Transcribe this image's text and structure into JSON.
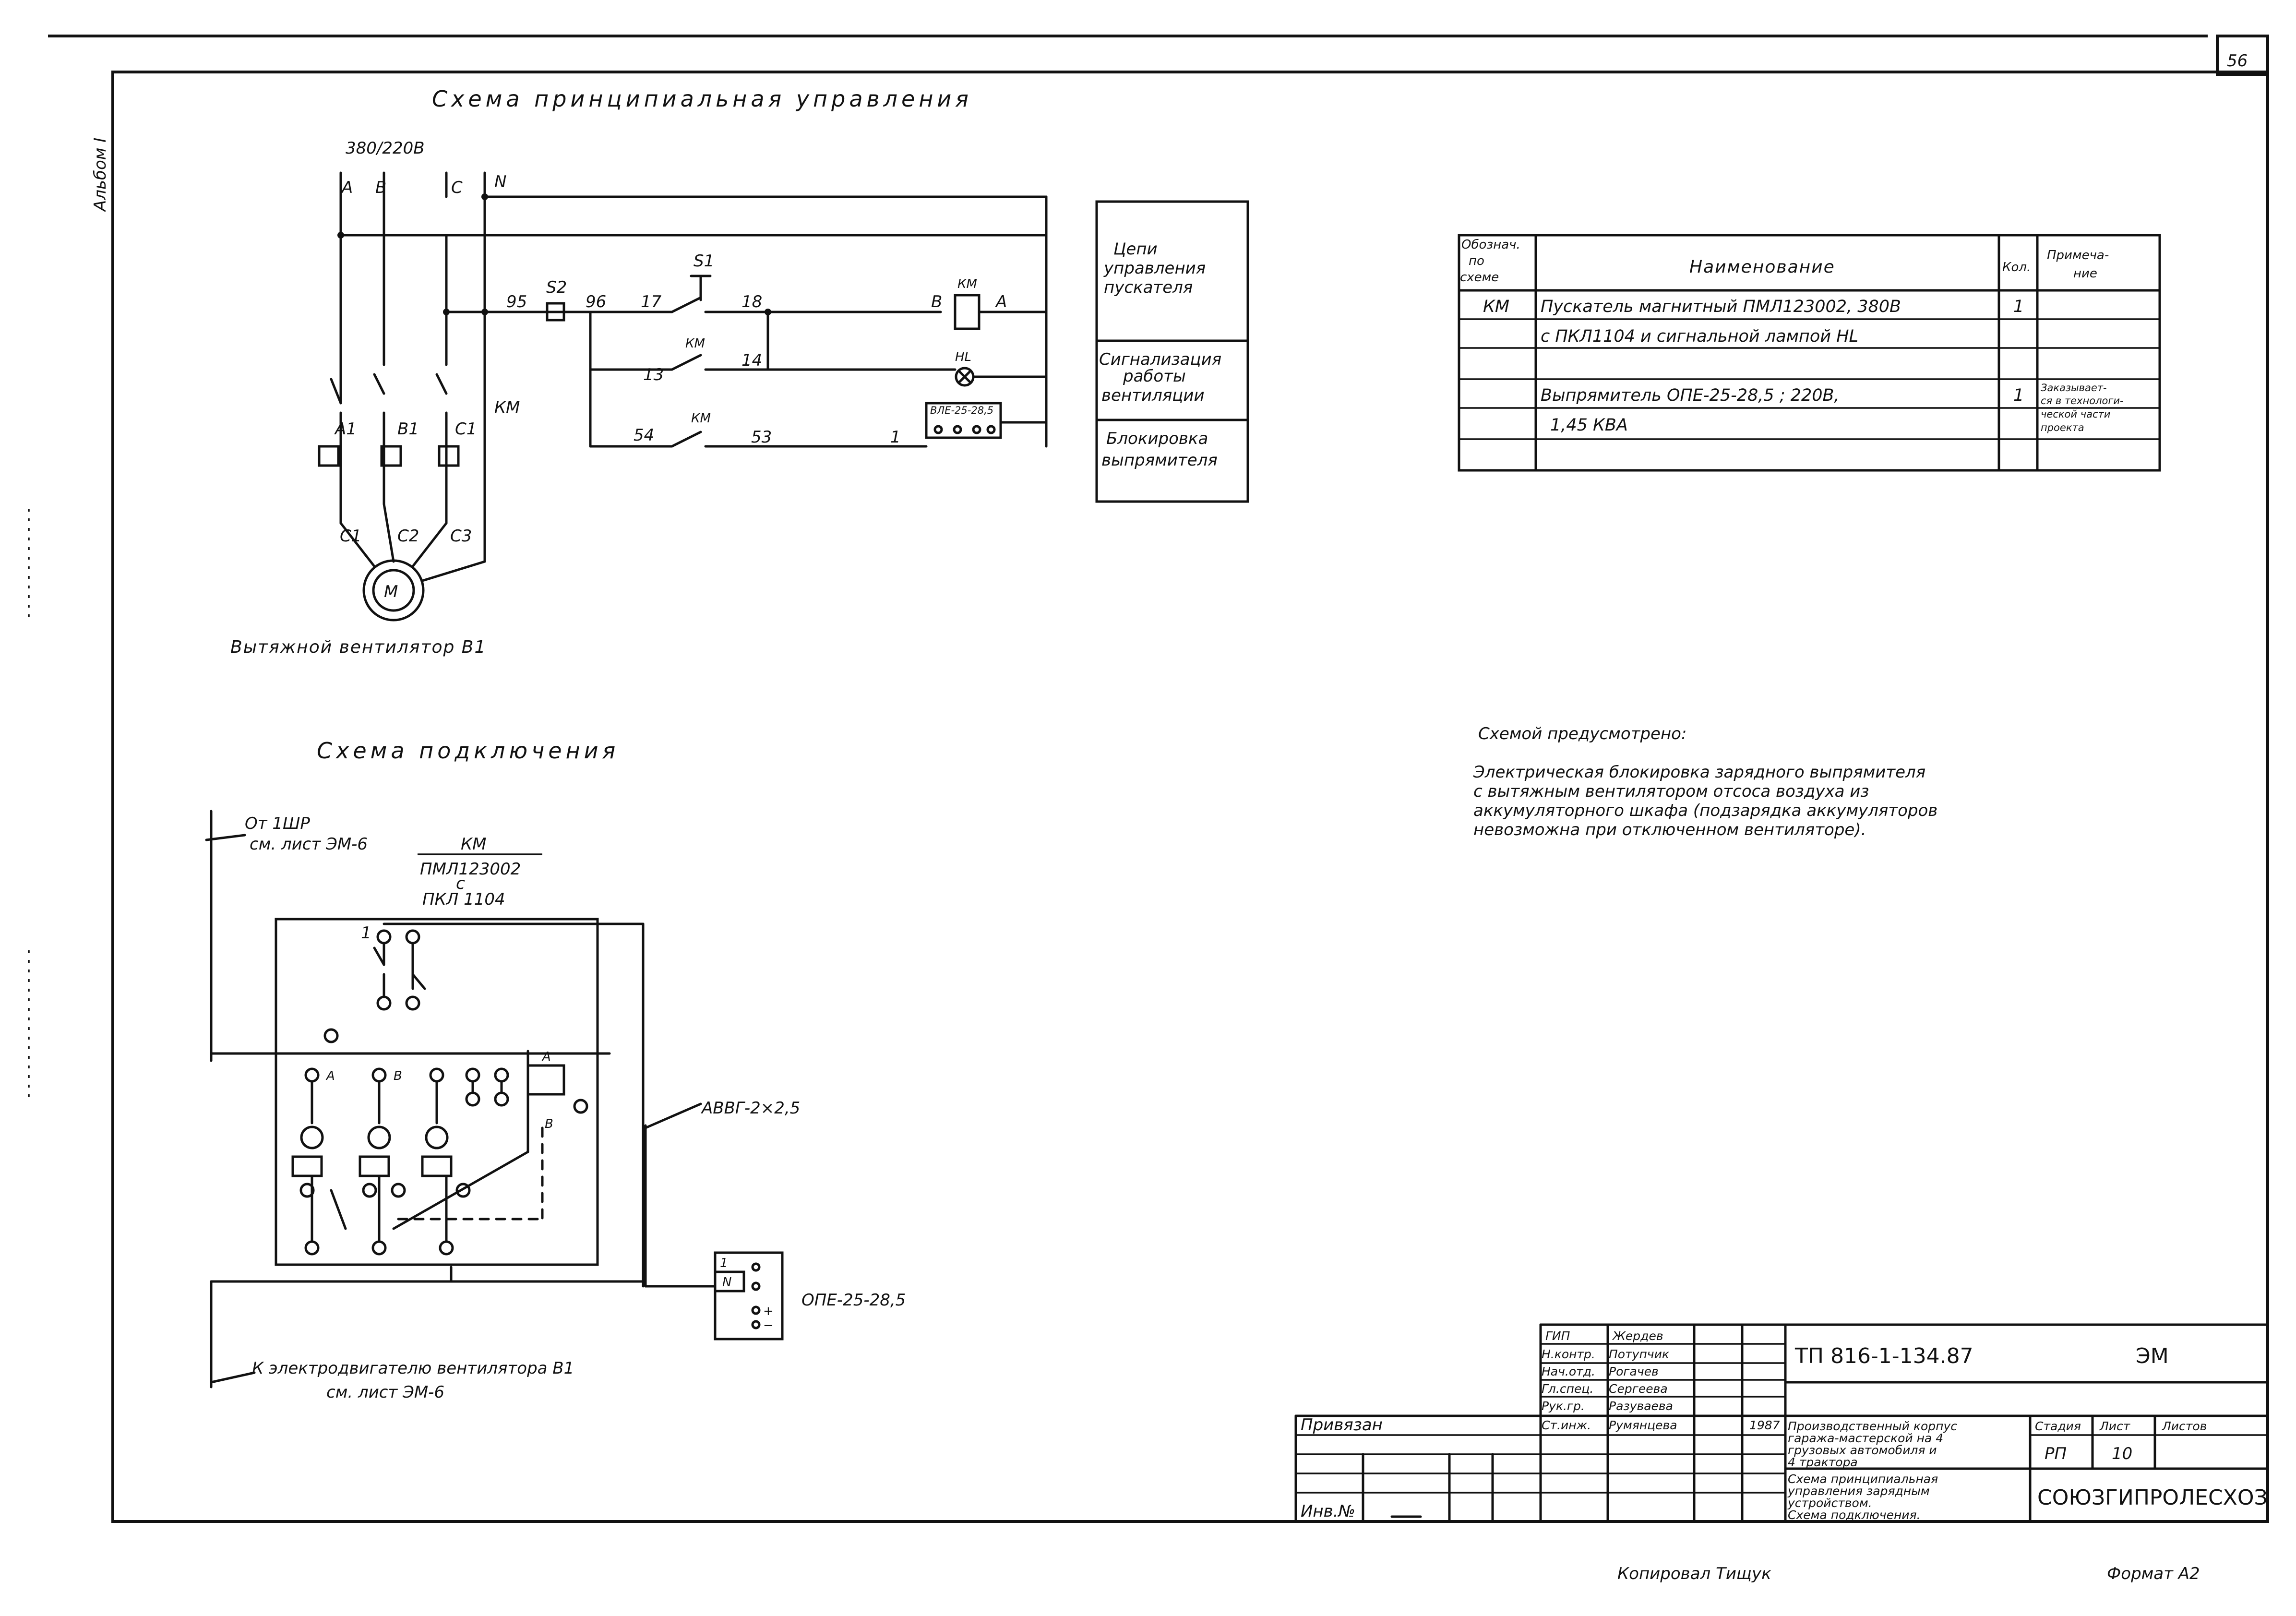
{
  "frame": {
    "sheet_number": "56",
    "album_label": "Альбом I",
    "copied_by": "Копировал Тищук",
    "format_label": "Формат А2"
  },
  "control_schematic": {
    "title": "Схема принципиальная управления",
    "supply_voltage": "380/220В",
    "phases": [
      "А",
      "В",
      "С",
      "N"
    ],
    "km_label": "КМ",
    "terminals": [
      "А1",
      "В1",
      "С1",
      "С1",
      "С2",
      "С3"
    ],
    "motor_letter": "М",
    "fan_caption": "Вытяжной вентилятор В1",
    "wires": [
      "95",
      "96",
      "17",
      "18",
      "13",
      "14",
      "54",
      "53",
      "1"
    ],
    "switch_s2": "S2",
    "button_s1": "S1",
    "coil_pins": [
      "В",
      "А"
    ],
    "lamp_label": "HL",
    "rectifier_label": "ВЛЕ-25-28,5"
  },
  "legend": {
    "items": [
      "Цепи",
      "управления",
      "пускателя",
      "Сигнализация",
      "работы",
      "вентиляции",
      "Блокировка",
      "выпрямителя"
    ]
  },
  "component_table": {
    "headers": {
      "designation": [
        "Обознач.",
        "по",
        "схеме"
      ],
      "name": "Наименование",
      "qty": "Кол.",
      "note": [
        "Примеча-",
        "ние"
      ]
    },
    "rows": [
      {
        "designation": "КМ",
        "name": [
          "Пускатель магнитный ПМЛ123002, 380В",
          "с ПКЛ1104 и сигнальной лампой HL"
        ],
        "qty": "1"
      },
      {
        "name": [
          "Выпрямитель ОПЕ-25-28,5 ; 220В,",
          "1,45 КВА"
        ],
        "qty": "1",
        "note": [
          "Заказывает-",
          "ся в технологи-",
          "ческой части",
          "проекта"
        ]
      }
    ]
  },
  "notes": {
    "title": "Схемой предусмотрено:",
    "lines": [
      "Электрическая блокировка зарядного выпрямителя",
      "с вытяжным вентилятором отсоса воздуха из",
      "аккумуляторного шкафа (подзарядка аккумуляторов",
      "невозможна при отключенном вентиляторе)."
    ]
  },
  "connection_diagram": {
    "title": "Схема подключения",
    "from_label": "От 1ШР",
    "from_sheet_ref": "см. лист ЭМ-6",
    "device_lines": [
      "КМ",
      "ПМЛ123002",
      "с",
      "ПКЛ 1104"
    ],
    "pins": [
      "1"
    ],
    "cable_label": "АВВГ-2×2,5",
    "rectifier_pins": [
      "1",
      "N",
      "+",
      "−"
    ],
    "rectifier_label": "ОПЕ-25-28,5",
    "to_motor_label": "К электродвигателю вентилятора В1",
    "to_motor_sheet_ref": "см. лист ЭМ-6"
  },
  "title_block": {
    "staff": [
      {
        "role": "ГИП",
        "name": "Жердев"
      },
      {
        "role": "Н.контр.",
        "name": "Потупчик"
      },
      {
        "role": "Нач.отд.",
        "name": "Рогачев"
      },
      {
        "role": "Гл.спец.",
        "name": "Сергеева"
      },
      {
        "role": "Рук.гр.",
        "name": "Разуваева"
      },
      {
        "role": "Ст.инж.",
        "name": "Румянцева"
      }
    ],
    "year": "1987",
    "attached_label": "Привязан",
    "inventory_label": "Инв.№",
    "code": "ТП 816-1-134.87",
    "mark": "ЭМ",
    "object_lines": [
      "Производственный корпус",
      "гаража-мастерской на 4",
      "грузовых автомобиля и",
      "4 трактора"
    ],
    "sheet_title_lines": [
      "Схема принципиальная",
      "управления зарядным",
      "устройством.",
      "Схема подключения."
    ],
    "headers": [
      "Стадия",
      "Лист",
      "Листов"
    ],
    "stage": "РП",
    "sheet": "10",
    "organization": "СОЮЗГИПРОЛЕСХОЗ"
  }
}
